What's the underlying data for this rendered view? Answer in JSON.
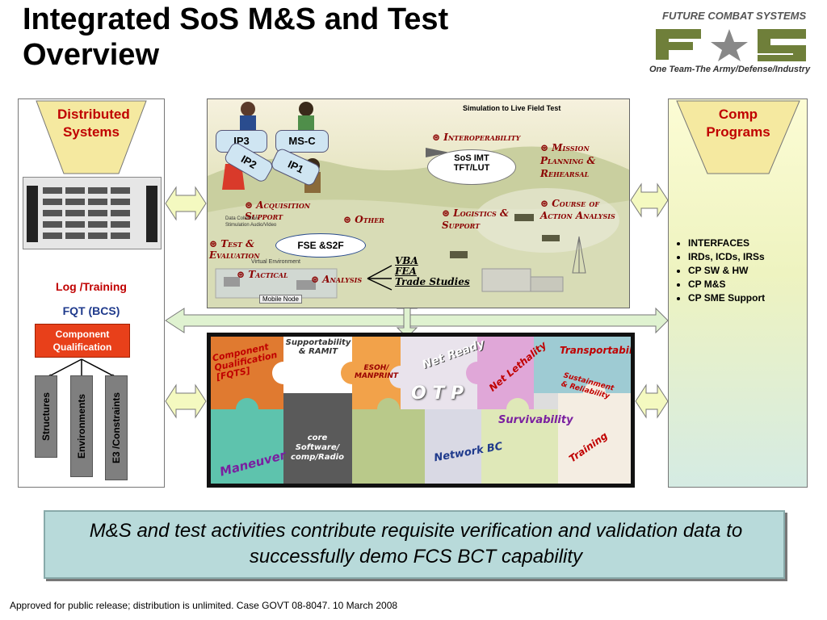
{
  "title": "Integrated SoS M&S and Test Overview",
  "logo": {
    "line1": "FUTURE COMBAT SYSTEMS",
    "mark": "FCS",
    "line2": "One Team-The Army/Defense/Industry"
  },
  "left": {
    "funnel": "Distributed Systems",
    "log_training": "Log /Training",
    "fqt": "FQT (BCS)",
    "component_qualification": "Component Qualification",
    "bars": [
      "Structures",
      "Environments",
      "E3 /Constraints"
    ]
  },
  "right": {
    "funnel": "Comp Programs",
    "bullets": [
      "INTERFACES",
      "IRDs, ICDs, IRSs",
      "CP SW & HW",
      "CP M&S",
      "CP SME Support"
    ]
  },
  "center_top": {
    "header": "Simulation to Live Field Test",
    "puzzle_pieces": [
      "IP3",
      "MS-C",
      "IP2",
      "IP1"
    ],
    "sos_imt": "SoS IMT TFT/LUT",
    "fse": "FSE &S2F",
    "labels": {
      "interoperability": "Interoperability",
      "mission_planning": "Mission Planning & Rehearsal",
      "acquisition": "Acquisition Support",
      "other": "Other",
      "logistics": "Logistics & Support",
      "course_of_action": "Course of Action Analysis",
      "test_eval": "Test & Evaluation",
      "tactical": "Tactical",
      "analysis": "Analysis",
      "vba_list": [
        "VBA",
        "FEA",
        "Trade Studies"
      ],
      "mobile_node": "Mobile Node",
      "virtual_env": "Virtual Environment",
      "data_collection": "Data Collection Stimulation Audio/Video"
    }
  },
  "center_bottom": {
    "pieces": {
      "component_qual": "Component Qualification [FQTS]",
      "supportability": "Supportability & RAMIT",
      "esoh": "ESOH/ MANPRINT",
      "net_ready": "Net Ready",
      "net_lethality": "Net Lethality",
      "transportability": "Transportability",
      "otp": "O T P",
      "sustainment": "Sustainment & Reliability",
      "core_software": "core Software/ comp/Radio",
      "network_bc": "Network BC",
      "survivability": "Survivability",
      "training": "Training",
      "maneuver": "Maneuver"
    }
  },
  "banner": "M&S and test activities contribute requisite verification and validation data to successfully demo FCS BCT capability",
  "footer": "Approved for public release; distribution is unlimited.  Case GOVT 08-8047.  10 March 2008",
  "colors": {
    "red": "#c00000",
    "banner": "#b8dada",
    "funnel": "#f5e9a0",
    "comp_box": "#e8401a"
  }
}
